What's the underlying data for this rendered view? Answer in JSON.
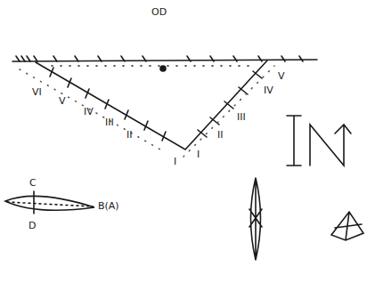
{
  "diagram": {
    "labels": [
      "OD",
      "VI",
      "V",
      "IV",
      "III",
      "II",
      "I",
      "I",
      "II",
      "III",
      "IV",
      "V",
      "C",
      "D",
      "B(A)"
    ]
  }
}
